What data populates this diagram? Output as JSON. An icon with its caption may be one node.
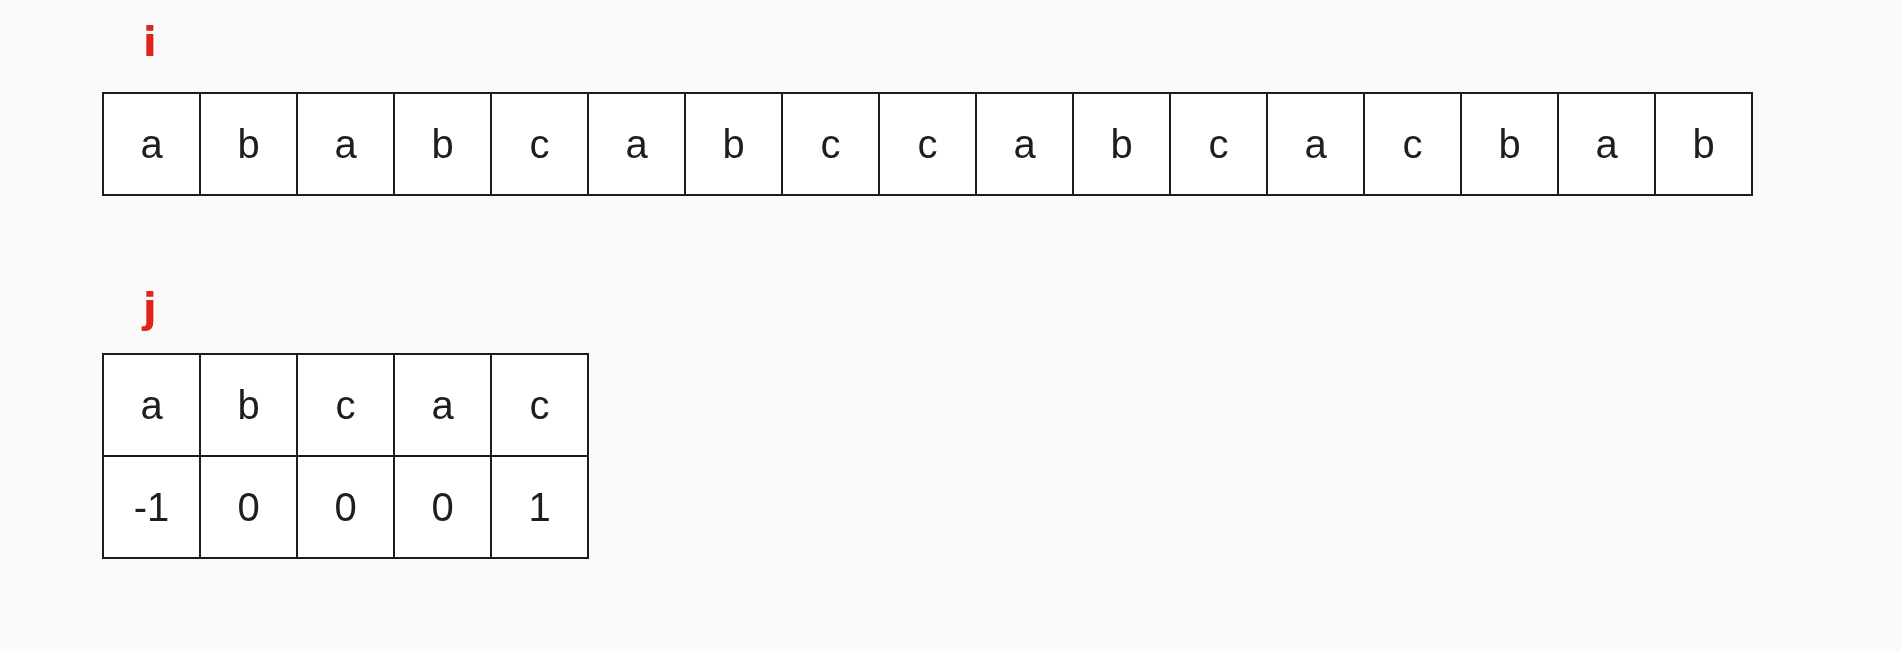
{
  "diagram": {
    "labels": [
      "i",
      "a",
      "b",
      "a",
      "b",
      "c",
      "a",
      "b",
      "c",
      "c",
      "a",
      "b",
      "c",
      "a",
      "c",
      "b",
      "a",
      "b",
      "j",
      "a",
      "b",
      "c",
      "a",
      "c",
      "-1",
      "0",
      "0",
      "0",
      "1"
    ]
  }
}
